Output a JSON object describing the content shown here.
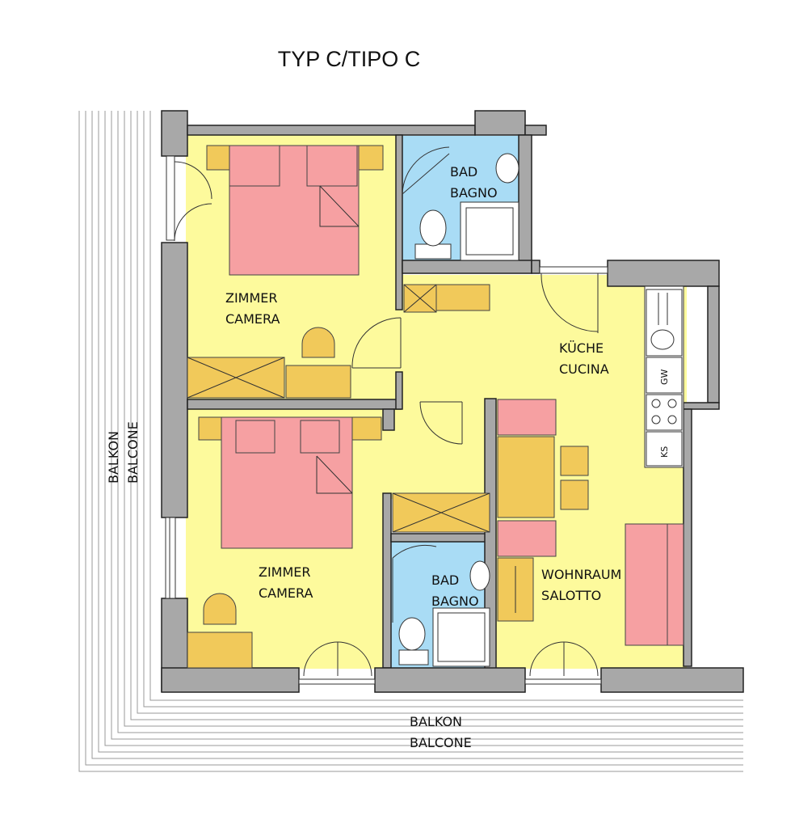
{
  "title": "TYP C/TIPO C",
  "rooms": {
    "bath_top": [
      "BAD",
      "BAGNO"
    ],
    "bedroom_top": [
      "ZIMMER",
      "CAMERA"
    ],
    "kitchen": [
      "KÜCHE",
      "CUCINA"
    ],
    "bedroom_bottom": [
      "ZIMMER",
      "CAMERA"
    ],
    "bath_bottom": [
      "BAD",
      "BAGNO"
    ],
    "living": [
      "WOHNRAUM",
      "SALOTTO"
    ]
  },
  "balcony_left": [
    "BALKON",
    "BALCONE"
  ],
  "balcony_bottom": [
    "BALKON",
    "BALCONE"
  ],
  "appliances": {
    "dishwasher": "GW",
    "fridge": "KS"
  }
}
